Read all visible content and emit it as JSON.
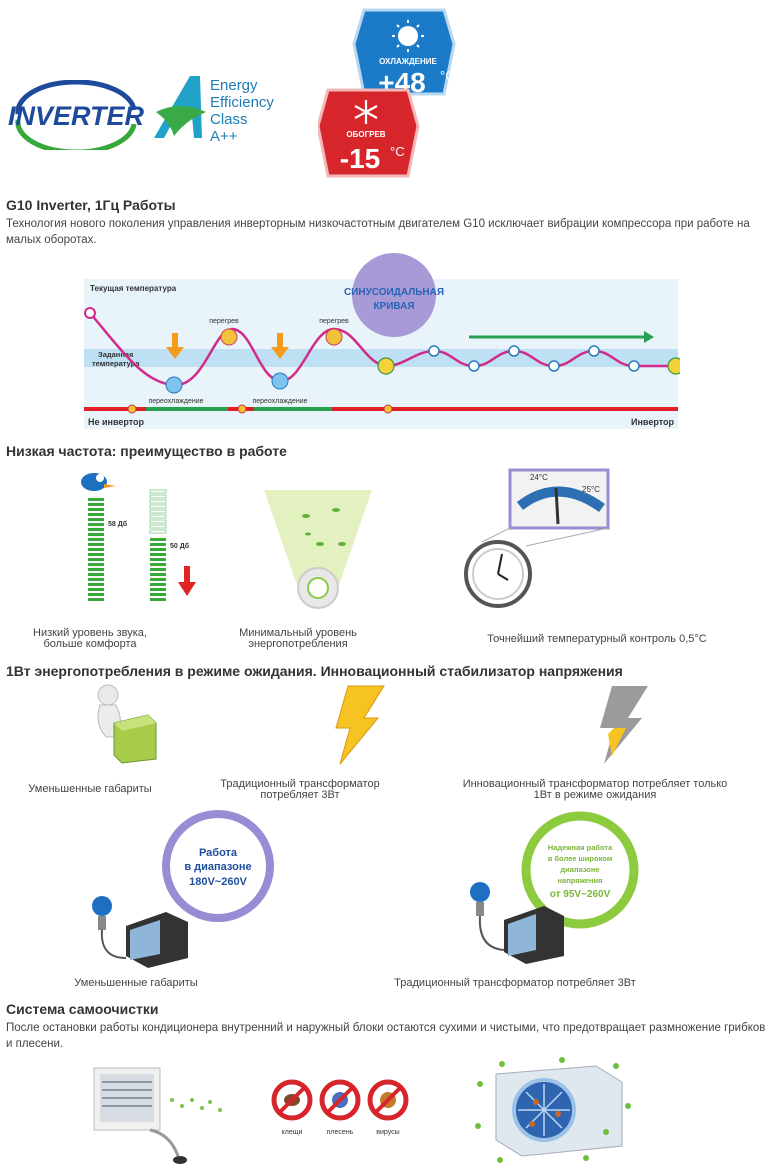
{
  "logos": {
    "inverter": "INVERTER",
    "energy": [
      "Energy",
      "Efficiency",
      "Class",
      "A++"
    ],
    "cool_label": "ОХЛАЖДЕНИЕ",
    "cool_temp": "+48",
    "heat_label": "ОБОГРЕВ",
    "heat_temp": "-15",
    "unit": "°C"
  },
  "g10": {
    "title": "G10 Inverter, 1Гц Работы",
    "text": "Технология нового поколения управления инверторным низкочастотным двигателем G10 исключает вибрации компрессора при работе на малых оборотах."
  },
  "wave": {
    "current_temp": "Текущая температура",
    "set_temp_1": "Заданная",
    "set_temp_2": "температура",
    "bubble_1": "СИНУСОИДАЛЬНАЯ",
    "bubble_2": "КРИВАЯ",
    "overheat": "перегрев",
    "overcool": "переохлаждение",
    "non_inverter": "Не инвертор",
    "inverter": "Инвертор"
  },
  "lowfreq": {
    "title": "Низкая частота: преимущество в работе",
    "db_high": "58 Дб",
    "db_low": "50 Дб",
    "t1": "24°C",
    "t2": "25°C",
    "cap1_1": "Низкий уровень звука,",
    "cap1_2": "больше комфорта",
    "cap2_1": "Минимальный уровень",
    "cap2_2": "энергопотребления",
    "cap3": "Точнейший температурный контроль 0,5°C"
  },
  "standby": {
    "title": "1Вт энергопотребления в режиме ожидания. Инновационный стабилизатор напряжения",
    "cap1": "Уменьшенные габариты",
    "cap2_1": "Традиционный трансформатор",
    "cap2_2": "потребляет 3Вт",
    "cap3_1": "Инновационный трансформатор потребляет только",
    "cap3_2": "1Вт в режиме ожидания",
    "bubble1": [
      "Работа",
      "в диапазоне",
      "180V~260V"
    ],
    "bubble2": [
      "Надежная работа",
      "в более широком",
      "диапазоне",
      "напряжения",
      "от 95V~260V"
    ],
    "cap4": "Уменьшенные габариты",
    "cap5": "Традиционный трансформатор потребляет 3Вт"
  },
  "selfclean": {
    "title": "Система самоочистки",
    "text": "После остановки работы кондиционера внутренний и наружный блоки остаются сухими и чистыми, что предотвращает размножение грибков и плесени.",
    "icons": [
      "клещи",
      "плесень",
      "вирусы"
    ]
  }
}
